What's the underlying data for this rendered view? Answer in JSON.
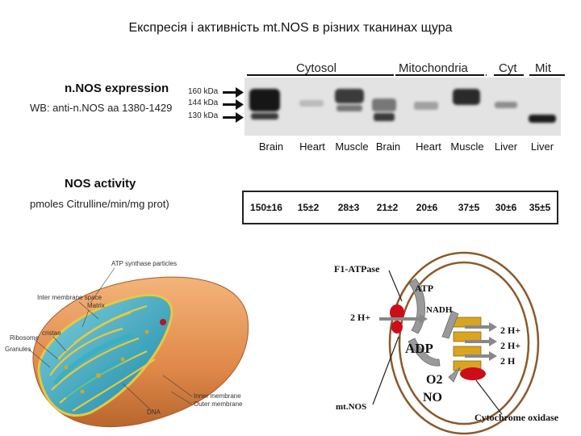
{
  "title": "Експресія і активність mt.NOS в різних тканинах щура",
  "fractions": {
    "cytosol": "Cytosol",
    "mitochondria": "Mitochondria",
    "cyt": "Cyt",
    "mit": "Mit"
  },
  "expression": {
    "heading": "n.NOS expression",
    "antibody": "WB: anti-n.NOS aa 1380-1429",
    "markers": [
      "160 kDa",
      "144 kDa",
      "130 kDa"
    ]
  },
  "lanes": [
    "Brain",
    "Heart",
    "Muscle",
    "Brain",
    "Heart",
    "Muscle",
    "Liver",
    "Liver"
  ],
  "activity": {
    "heading": "NOS activity",
    "units": "pmoles Citrulline/min/mg prot)",
    "values": [
      "150±16",
      "15±2",
      "28±3",
      "21±2",
      "20±6",
      "37±5",
      "30±6",
      "35±5"
    ]
  },
  "mitochondrion_labels": {
    "atp_synthase": "ATP synthase particles",
    "inter_membrane": "Inter membrane space",
    "matrix": "Matrix",
    "ribosome": "Ribosome",
    "cristae": "cristae",
    "granules": "Granules",
    "inner_membrane": "Inner membrane",
    "outer_membrane": "Outer membrane",
    "dna": "DNA"
  },
  "schematic_labels": {
    "f1_atpase": "F1-ATPase",
    "atp": "ATP",
    "nadh": "NADH",
    "h_left": "2 H+",
    "adp": "ADP",
    "h_right_1": "2 H+",
    "h_right_2": "2 H+",
    "h_right_3": "2 H",
    "o2": "O2",
    "no": "NO",
    "mtnos": "mt.NOS",
    "cyt_oxidase": "Cytochrome oxidase"
  },
  "colors": {
    "cristae": "#1a88a8",
    "outer": "#e0894a",
    "inner_membrane": "#e8c840",
    "nos": "#cc0d1a",
    "complex": "#d9a520",
    "membrane_ring": "#8a5a2a"
  }
}
